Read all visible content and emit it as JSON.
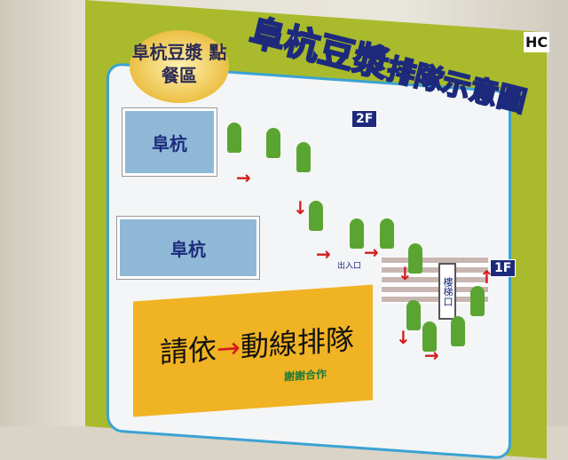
{
  "poster": {
    "title_part1": "阜杭豆漿",
    "title_part2": "排隊示意圖",
    "bubble": "阜杭豆漿 點餐區",
    "counters": [
      "阜杭",
      "阜杭"
    ],
    "floor_upper": "2F",
    "floor_lower": "1F",
    "entrance": "出入口",
    "stairs": "樓梯口",
    "sign_text_left": "請依",
    "sign_arrow": "→",
    "sign_text_right": "動線排隊",
    "sign_thanks": "謝謝合作"
  },
  "wall": {
    "label": "HC"
  },
  "colors": {
    "poster_green": "#a9bb2c",
    "navy": "#1d2a7c",
    "sign_yellow": "#f0b323",
    "arrow_red": "#d21d1d"
  }
}
